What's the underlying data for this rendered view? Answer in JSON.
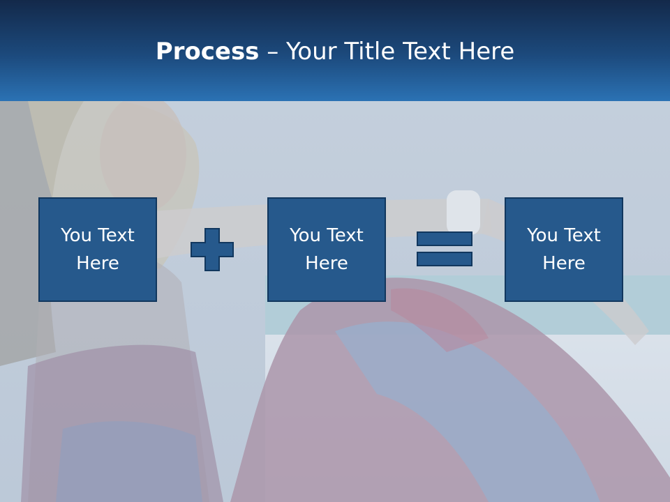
{
  "slide": {
    "title": {
      "bold": "Process",
      "rest": " – Your Title Text Here"
    },
    "background_photo": "woman-on-beach-photo",
    "boxes": [
      {
        "label": "You Text Here"
      },
      {
        "label": "You Text Here"
      },
      {
        "label": "You Text Here"
      }
    ],
    "operators": [
      "plus-icon",
      "equals-icon"
    ],
    "colors": {
      "title_bar_dark": "#13294a",
      "title_bar_light": "#2b72b4",
      "box_fill": "#26598c",
      "box_border": "#11375e",
      "text": "#ffffff"
    }
  }
}
